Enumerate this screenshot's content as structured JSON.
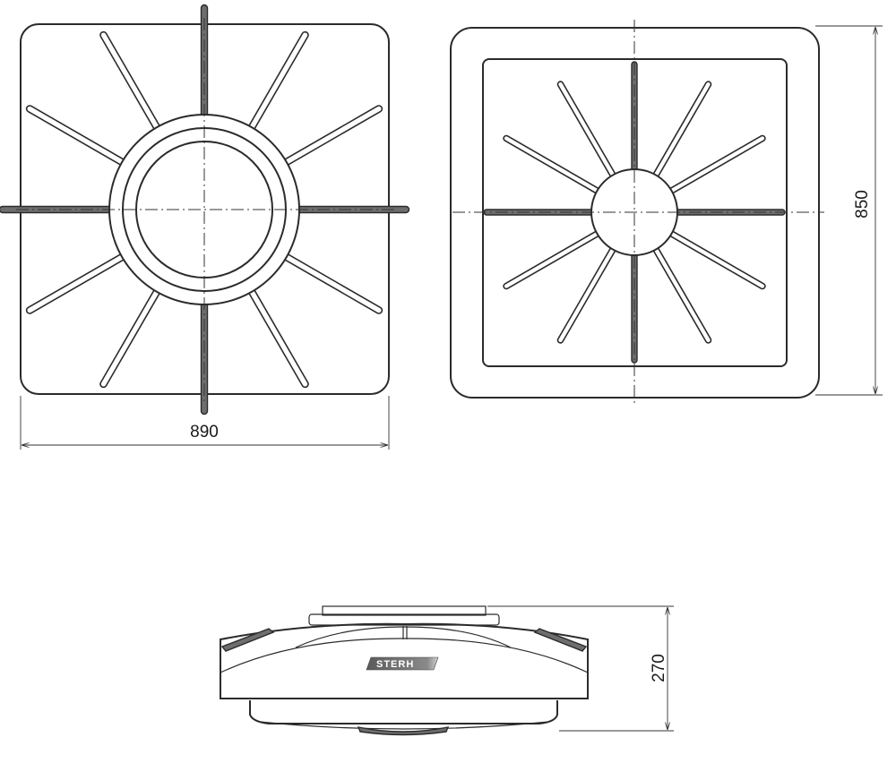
{
  "dimensions": {
    "width": "890",
    "depth": "850",
    "height": "270"
  },
  "brand": {
    "logo_text": "STERH",
    "logo_colors": [
      "#5a5a5a",
      "#bdbdbd"
    ]
  },
  "views": {
    "top_view": {
      "rib_count": 12
    },
    "bottom_view": {
      "rib_count": 12
    },
    "side_view": {
      "has_logo": true
    }
  }
}
